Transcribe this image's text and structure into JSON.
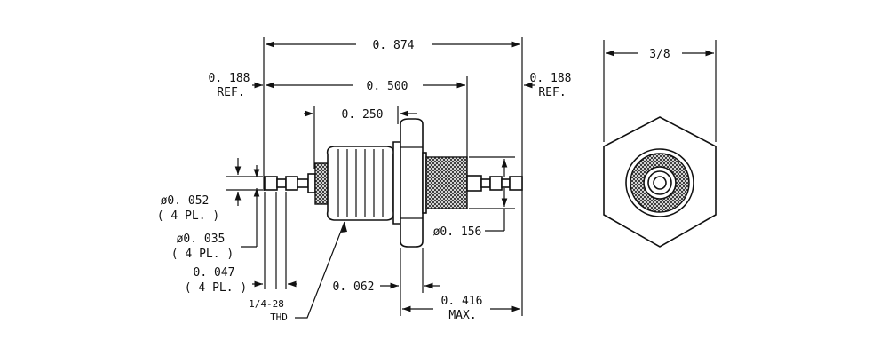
{
  "dimensions": {
    "overall_length": "0. 874",
    "left_ref": [
      "0. 188",
      "REF."
    ],
    "right_ref": [
      "0. 188",
      "REF."
    ],
    "body_length": "0. 500",
    "knurl_length": "0. 250",
    "hex_width": "3/8",
    "dia_052": [
      "ø0. 052",
      "( 4 PL. )"
    ],
    "dia_035": [
      "ø0. 035",
      "( 4 PL. )"
    ],
    "len_047": [
      "0. 047",
      "( 4 PL. )"
    ],
    "dia_156": "ø0. 156",
    "flange_062": "0. 062",
    "max_416": [
      "0. 416",
      "MAX."
    ],
    "thread": [
      "1/4-28",
      "THD"
    ]
  },
  "colors": {
    "ink": "#111111",
    "paper": "#ffffff"
  }
}
